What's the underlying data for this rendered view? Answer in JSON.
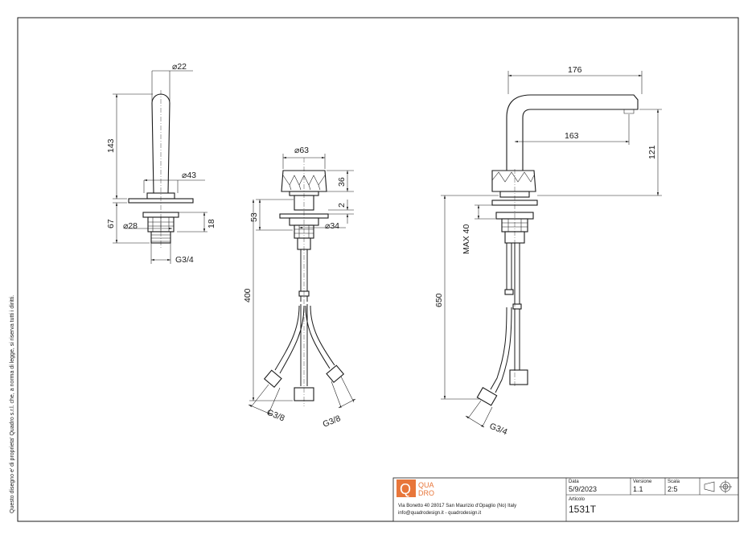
{
  "copyright_note": "Questo disegno e' di proprieta' Quadro s.r.l. che, a norma di legge, si riserva tutti i diritti.",
  "views": {
    "spout_side": {
      "dims": {
        "d22": "22",
        "h143": "143",
        "d43": "43",
        "h67": "67",
        "d28": "28",
        "h18": "18",
        "thread": "G3/4"
      }
    },
    "handle": {
      "dims": {
        "d63": "63",
        "h36": "36",
        "h2": "2",
        "h53": "53",
        "d34": "34",
        "h400": "400",
        "thread_a": "G3/8",
        "thread_b": "G3/8"
      }
    },
    "spout_front": {
      "dims": {
        "w176": "176",
        "w163": "163",
        "h121": "121",
        "max40": "MAX 40",
        "h650": "650",
        "thread": "G3/4"
      }
    }
  },
  "title_block": {
    "logo_line1": "QUA",
    "logo_line2": "DRO",
    "logo_letter": "Q",
    "brand_color": "#e8763a",
    "address": "Via Bonetto 40  28017 San Maurizio d'Opaglio (No) Italy",
    "contact": "info@quadrodesign.it  -  quadrodesign.it",
    "data_label": "Data",
    "data_value": "5/9/2023",
    "versione_label": "Versione",
    "versione_value": "1.1",
    "scala_label": "Scala",
    "scala_value": "2:5",
    "articolo_label": "Articolo",
    "articolo_value": "1531T",
    "projection_icon": "first-angle-projection-icon"
  }
}
